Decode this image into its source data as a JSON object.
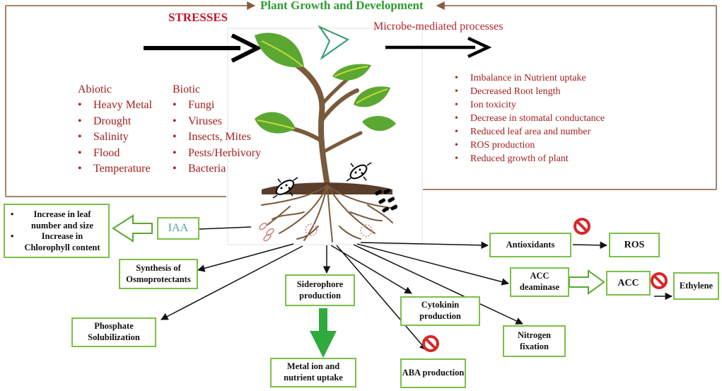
{
  "title": "Plant Growth and Development",
  "stresses_label": "STRESSES",
  "microbe_label": "Microbe-mediated processes",
  "abiotic": {
    "header": "Abiotic",
    "items": [
      "Heavy Metal",
      "Drought",
      "Salinity",
      "Flood",
      "Temperature"
    ]
  },
  "biotic": {
    "header": "Biotic",
    "items": [
      "Fungi",
      "Viruses",
      "Insects, Mites",
      "Pests/Herbivory",
      "Bacteria"
    ]
  },
  "effects": [
    "Imbalance in Nutrient uptake",
    "Decreased Root length",
    "Ion toxicity",
    "Decrease in stomatal conductance",
    "Reduced leaf area and number",
    "ROS production",
    "Reduced growth of plant"
  ],
  "boxes": {
    "leaf_effects": [
      "Increase in leaf number and size",
      "Increase in Chlorophyll content"
    ],
    "iaa": "IAA",
    "osmoprotectants": "Synthesis of Osmoprotectants",
    "phosphate": "Phosphate Solubilization",
    "siderophore": "Siderophore production",
    "metal_ion": "Metal ion and nutrient uptake",
    "cytokinin": "Cytokinin production",
    "aba": "ABA production",
    "nitrogen": "Nitrogen fixation",
    "antioxidants": "Antioxidants",
    "ros": "ROS",
    "acc_deaminase": "ACC deaminase",
    "acc": "ACC",
    "ethylene": "Ethylene"
  },
  "colors": {
    "title_green": "#2e9a2e",
    "stress_red": "#c0162b",
    "text_red": "#a31d1d",
    "box_border": "#7cbf4a",
    "leaf_green": "#5aa832",
    "stem_brown": "#7a5a3c",
    "frame_brown": "#8b5a3c",
    "inhibit_red": "#d62828"
  },
  "icons": [
    "prohibition-icon",
    "bacterium-icon",
    "big-right-arrow-icon",
    "hollow-left-arrow-icon",
    "green-down-arrow-icon"
  ]
}
